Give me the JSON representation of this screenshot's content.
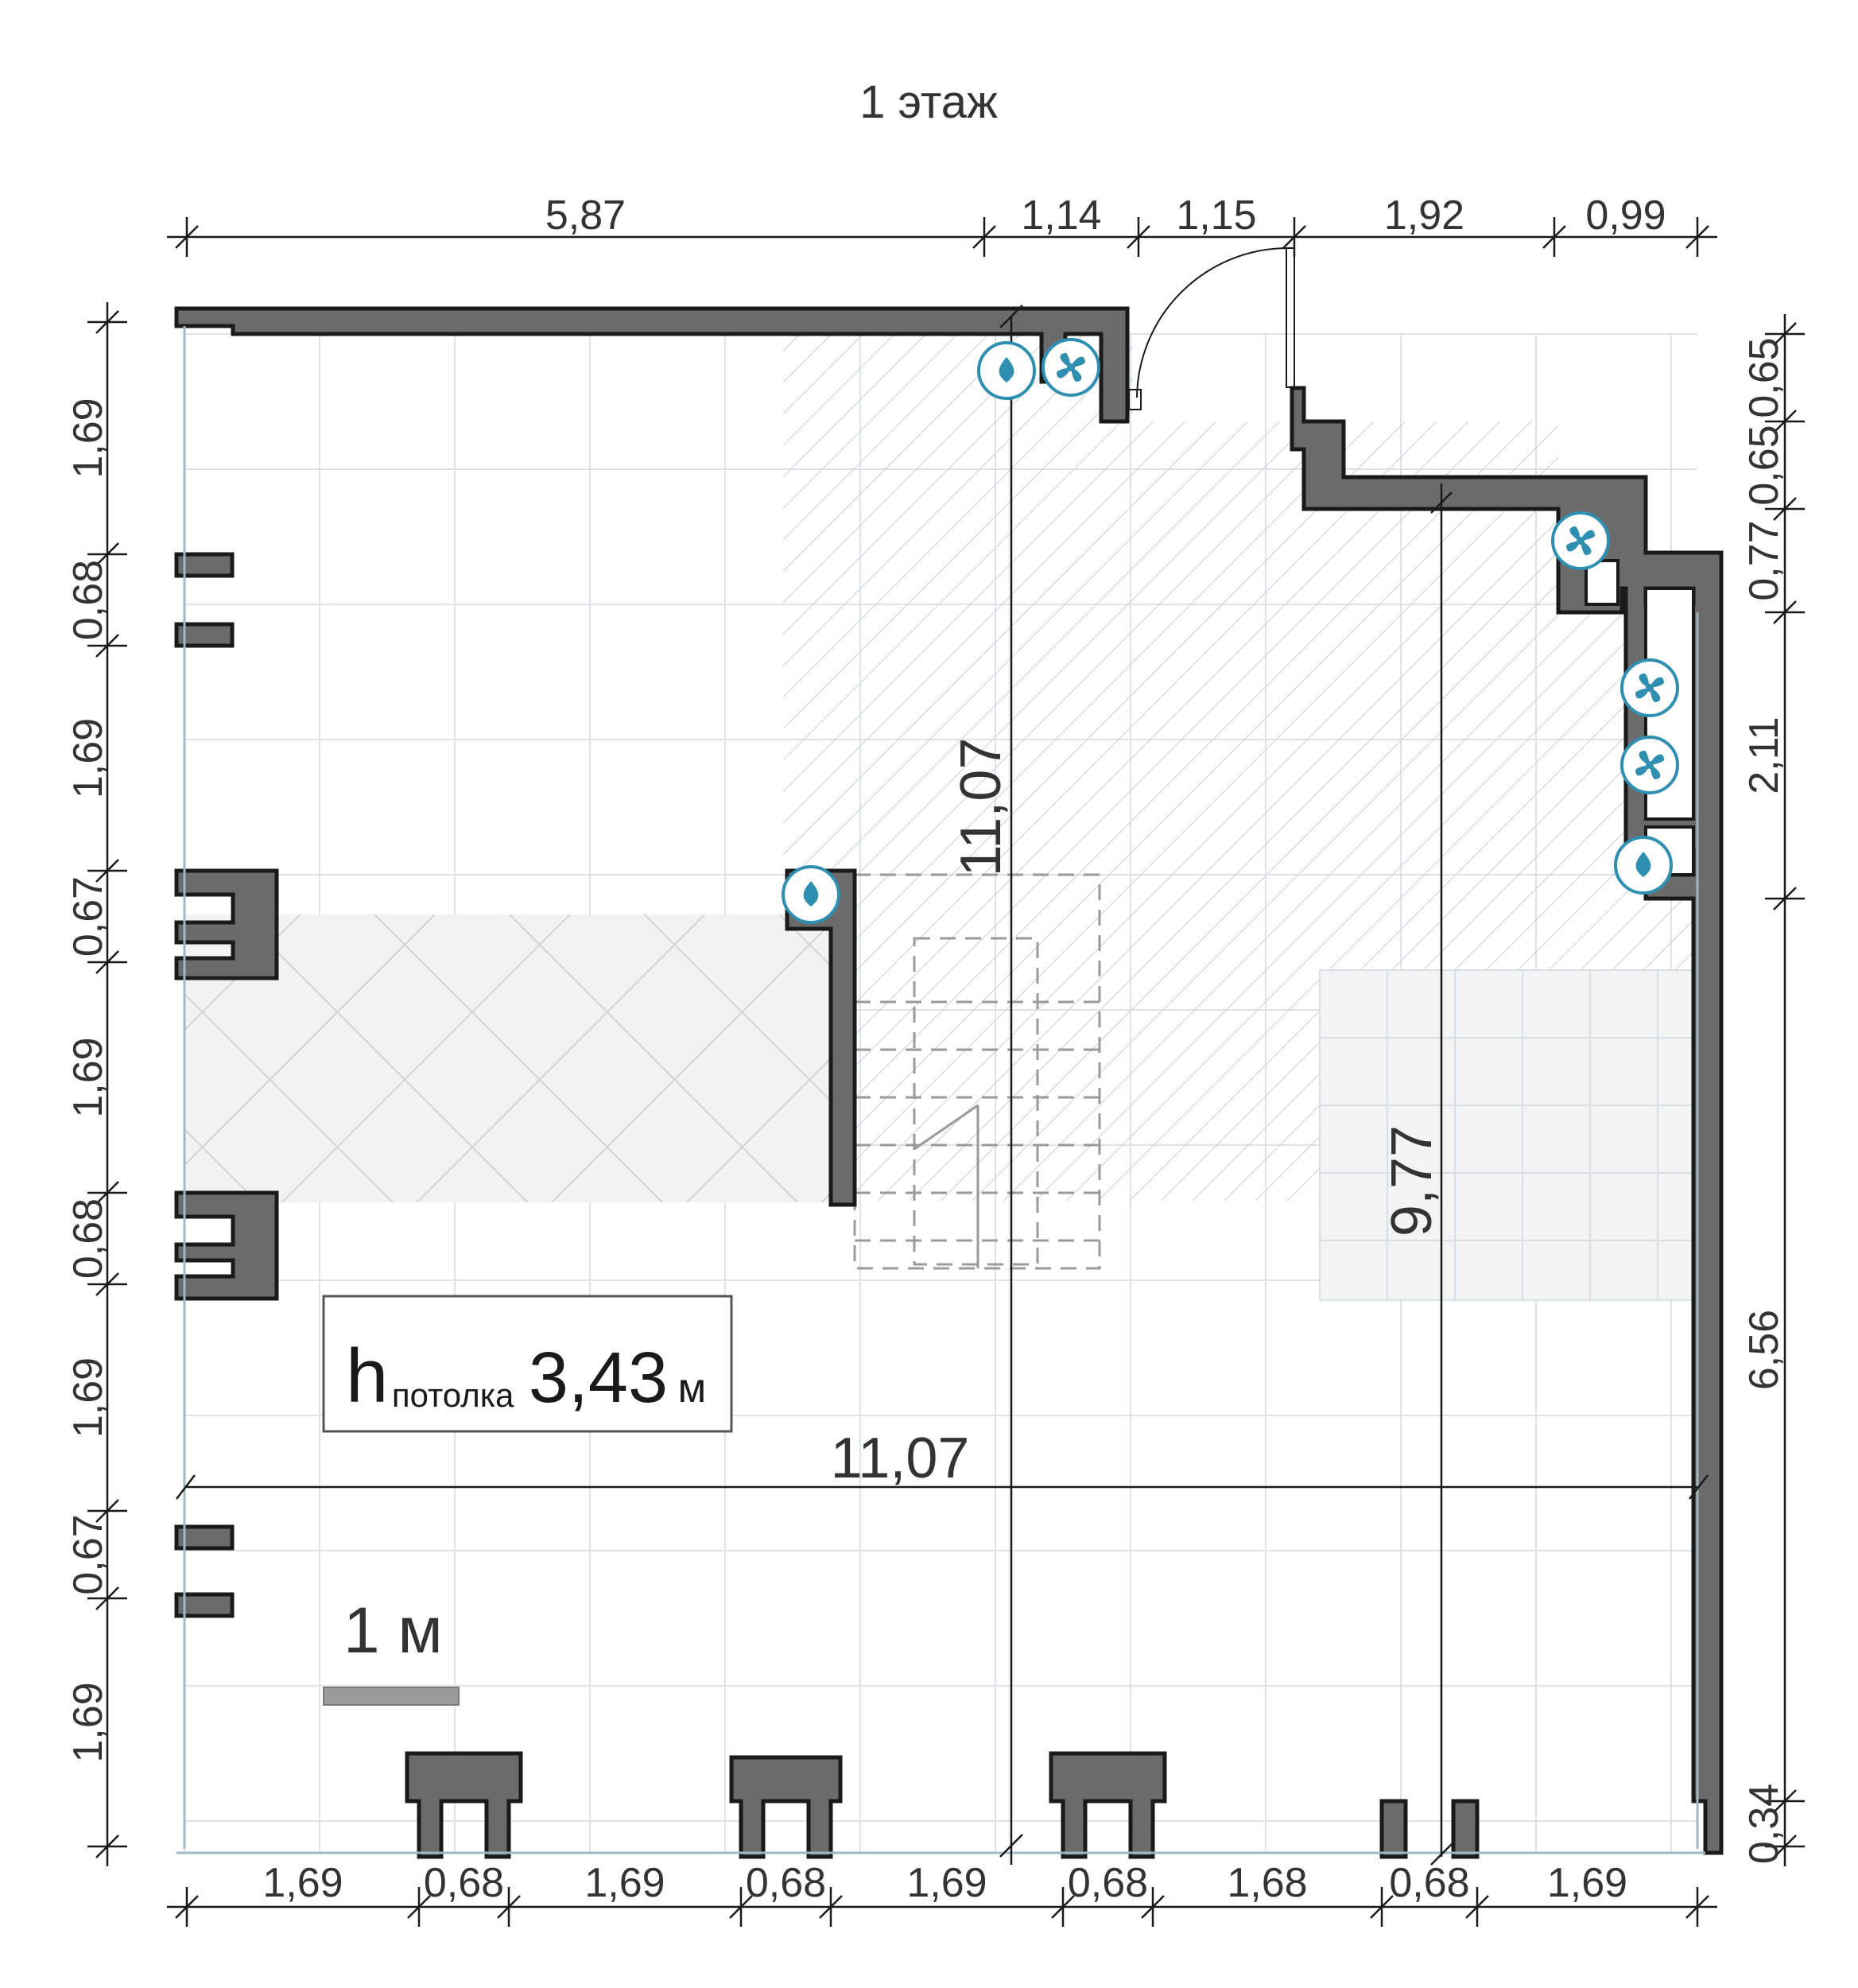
{
  "title": "1 этаж",
  "ceiling": {
    "h": "h",
    "word": "потолка",
    "value": "3,43",
    "unit": "м"
  },
  "scale": {
    "label": "1 м"
  },
  "dimensions": {
    "top": [
      "5,87",
      "1,14",
      "1,15",
      "1,92",
      "0,99"
    ],
    "bottom": [
      "1,69",
      "0,68",
      "1,69",
      "0,68",
      "1,69",
      "0,68",
      "1,68",
      "0,68",
      "1,69"
    ],
    "left": [
      "1,69",
      "0,68",
      "1,69",
      "0,67",
      "1,69",
      "0,68",
      "1,69",
      "0,67",
      "1,69"
    ],
    "right": [
      "0,65",
      "0,65",
      "0,77",
      "2,11",
      "6,56",
      "0,34"
    ],
    "inner_width": "11,07",
    "inner_height": "11,07",
    "inner_height_right": "9,77"
  },
  "icons": [
    {
      "name": "water-drop-icon"
    },
    {
      "name": "fan-icon"
    },
    {
      "name": "fan-icon"
    },
    {
      "name": "fan-icon"
    },
    {
      "name": "fan-icon"
    },
    {
      "name": "water-drop-icon"
    },
    {
      "name": "water-drop-icon"
    }
  ],
  "colors": {
    "wall": "#6b6b6b",
    "icon": "#2f8fb0",
    "grid": "#dde3e6"
  }
}
